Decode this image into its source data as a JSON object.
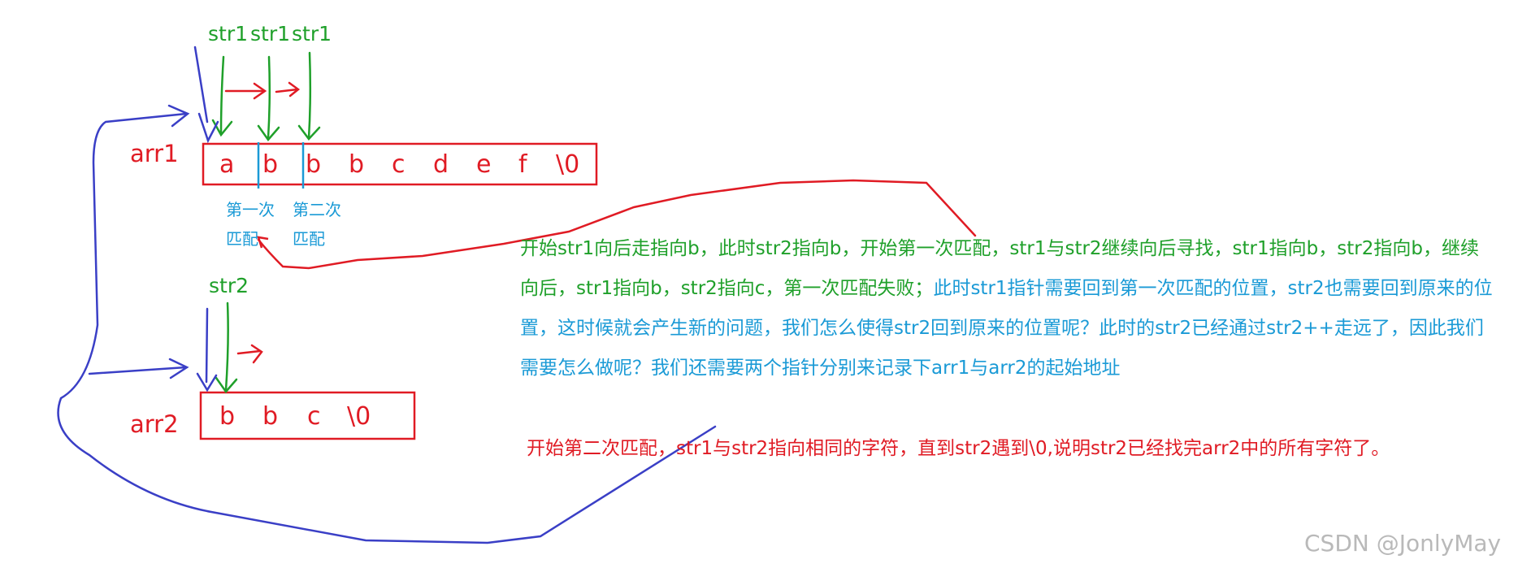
{
  "pointers": {
    "str1_a": "str1",
    "str1_b": "str1",
    "str1_c": "str1",
    "str2": "str2"
  },
  "arr1": {
    "name": "arr1",
    "cells": [
      "a",
      "b",
      "b",
      "b",
      "c",
      "d",
      "e",
      "f",
      "\\0"
    ]
  },
  "arr2": {
    "name": "arr2",
    "cells": [
      "b",
      "b",
      "c",
      "\\0"
    ]
  },
  "notes": {
    "first_match_line1": "第一次",
    "first_match_line2": "匹配",
    "second_match_line1": "第二次",
    "second_match_line2": "匹配"
  },
  "paragraph1": {
    "green_part": "开始str1向后走指向b，此时str2指向b，开始第一次匹配，str1与str2继续向后寻找，str1指向b，str2指向b，继续向后，str1指向b，str2指向c，第一次匹配失败；",
    "blue_part": "此时str1指针需要回到第一次匹配的位置，str2也需要回到原来的位置，这时候就会产生新的问题，我们怎么使得str2回到原来的位置呢？此时的str2已经通过str2++走远了，因此我们需要怎么做呢？我们还需要两个指针分别来记录下arr1与arr2的起始地址"
  },
  "paragraph2": {
    "text": "开始第二次匹配，str1与str2指向相同的字符，直到str2遇到\\0,说明str2已经找完arr2中的所有字符了。"
  },
  "watermark": "CSDN @JonlyMay",
  "colors": {
    "red": "#e01b24",
    "green": "#1fa02a",
    "blue_text": "#1a9ad6",
    "blue_ink": "#3a3fc6"
  }
}
